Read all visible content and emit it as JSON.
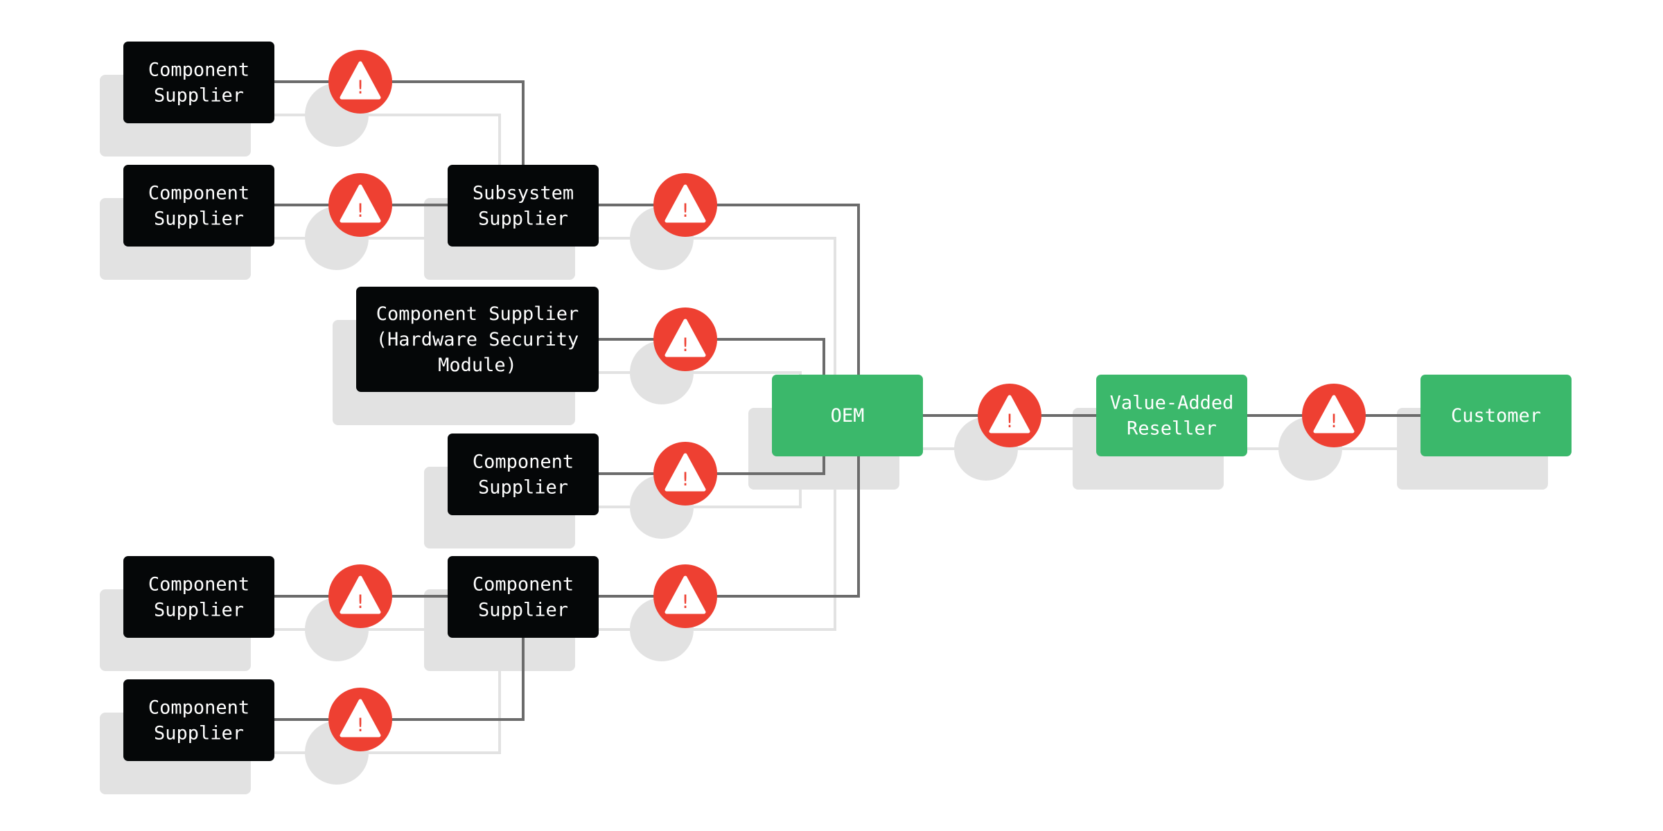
{
  "colors": {
    "supplier_fill": "#050708",
    "partner_fill": "#3bb86b",
    "warning_fill": "#ee4032",
    "wire": "#6b6b6b",
    "shadow": "#e2e2e2"
  },
  "diagram": {
    "nodes": [
      {
        "id": "cs-1",
        "type": "supplier",
        "lines": [
          "Component",
          "Supplier"
        ]
      },
      {
        "id": "cs-2",
        "type": "supplier",
        "lines": [
          "Component",
          "Supplier"
        ]
      },
      {
        "id": "subsystem",
        "type": "supplier",
        "lines": [
          "Subsystem",
          "Supplier"
        ]
      },
      {
        "id": "hsm",
        "type": "supplier",
        "lines": [
          "Component Supplier",
          "(Hardware Security",
          "Module)"
        ]
      },
      {
        "id": "cs-mid",
        "type": "supplier",
        "lines": [
          "Component",
          "Supplier"
        ]
      },
      {
        "id": "cs-3",
        "type": "supplier",
        "lines": [
          "Component",
          "Supplier"
        ]
      },
      {
        "id": "cs-aggr",
        "type": "supplier",
        "lines": [
          "Component",
          "Supplier"
        ]
      },
      {
        "id": "cs-4",
        "type": "supplier",
        "lines": [
          "Component",
          "Supplier"
        ]
      },
      {
        "id": "oem",
        "type": "partner",
        "lines": [
          "OEM"
        ]
      },
      {
        "id": "var",
        "type": "partner",
        "lines": [
          "Value-Added",
          "Reseller"
        ]
      },
      {
        "id": "customer",
        "type": "partner",
        "lines": [
          "Customer"
        ]
      }
    ],
    "edges": [
      {
        "from": "cs-1",
        "to": "subsystem",
        "warning": true
      },
      {
        "from": "cs-2",
        "to": "subsystem",
        "warning": true
      },
      {
        "from": "subsystem",
        "to": "oem",
        "warning": true
      },
      {
        "from": "hsm",
        "to": "oem",
        "warning": true
      },
      {
        "from": "cs-mid",
        "to": "oem",
        "warning": true
      },
      {
        "from": "cs-3",
        "to": "cs-aggr",
        "warning": true
      },
      {
        "from": "cs-4",
        "to": "cs-aggr",
        "warning": true
      },
      {
        "from": "cs-aggr",
        "to": "oem",
        "warning": true
      },
      {
        "from": "oem",
        "to": "var",
        "warning": true
      },
      {
        "from": "var",
        "to": "customer",
        "warning": true
      }
    ],
    "warning_icon": "warning-triangle-icon",
    "warning_symbol": "!"
  }
}
